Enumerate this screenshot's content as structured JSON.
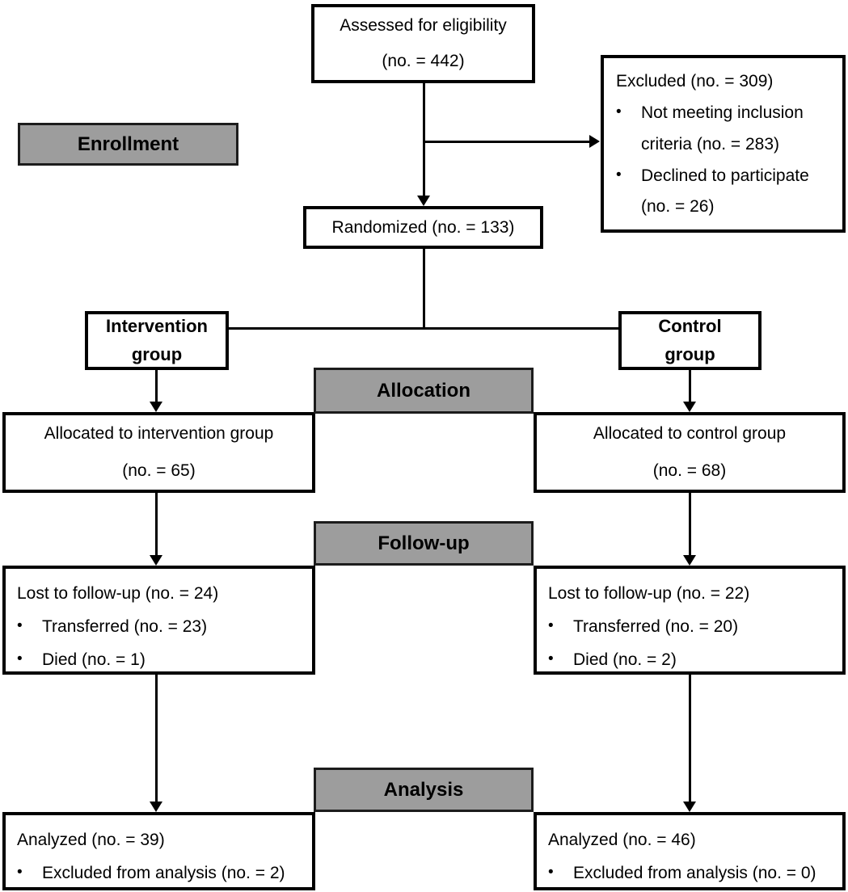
{
  "colors": {
    "background": "#ffffff",
    "box_border": "#000000",
    "label_fill": "#9d9d9d",
    "label_border": "#1c1c1c",
    "text": "#000000"
  },
  "stages": {
    "enrollment": "Enrollment",
    "allocation": "Allocation",
    "followup": "Follow-up",
    "analysis": "Analysis"
  },
  "boxes": {
    "assessed": {
      "line1": "Assessed for eligibility",
      "line2": "(no. = 442)"
    },
    "excluded": {
      "title": "Excluded (no. = 309)",
      "bullets": [
        "Not meeting inclusion criteria (no. = 283)",
        "Declined to participate (no. = 26)"
      ]
    },
    "randomized": {
      "label": "Randomized (no. = 133)"
    },
    "intervention_group": {
      "line1": "Intervention",
      "line2": "group"
    },
    "control_group": {
      "line1": "Control",
      "line2": "group"
    },
    "allocated_intervention": {
      "line1": "Allocated to intervention group",
      "line2": "(no. = 65)"
    },
    "allocated_control": {
      "line1": "Allocated to control group",
      "line2": "(no. = 68)"
    },
    "lost_intervention": {
      "title": "Lost to follow-up (no. = 24)",
      "bullets": [
        "Transferred (no. = 23)",
        "Died (no. = 1)"
      ]
    },
    "lost_control": {
      "title": "Lost to follow-up (no. = 22)",
      "bullets": [
        "Transferred (no. = 20)",
        "Died (no. = 2)"
      ]
    },
    "analyzed_intervention": {
      "title": "Analyzed (no. = 39)",
      "bullets": [
        "Excluded from analysis (no. = 2)"
      ]
    },
    "analyzed_control": {
      "title": "Analyzed (no. = 46)",
      "bullets": [
        "Excluded from analysis (no. = 0)"
      ]
    }
  }
}
